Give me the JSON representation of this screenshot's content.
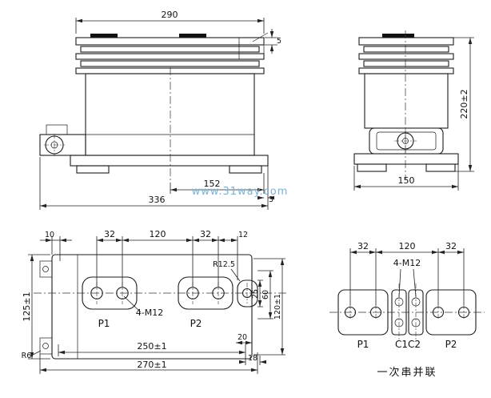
{
  "watermark": "www.31way.com",
  "front_view": {
    "dim_width": "290",
    "dim_fin": "5",
    "dim_152": "152",
    "dim_3": "3",
    "dim_total": "336"
  },
  "side_view": {
    "dim_height": "220±2",
    "dim_depth": "150"
  },
  "plan_view": {
    "dim_10": "10",
    "dim_32_left": "32",
    "dim_120": "120",
    "dim_32_right": "32",
    "dim_12": "12",
    "dim_height": "125±1",
    "radius_r6": "R6",
    "radius_r125": "R12.5",
    "dim_25": "25",
    "dim_60": "60",
    "dim_120pm": "120±1",
    "dim_20": "20",
    "dim_250": "250±1",
    "dim_18": "18",
    "dim_270": "270±1",
    "thread": "4-M12",
    "label_p1": "P1",
    "label_p2": "P2"
  },
  "terminal_view": {
    "dim_32_left": "32",
    "dim_120": "120",
    "dim_32_right": "32",
    "thread": "4-M12",
    "label_p1": "P1",
    "label_c1c2": "C1C2",
    "label_p2": "P2",
    "caption": "一次串并联"
  }
}
